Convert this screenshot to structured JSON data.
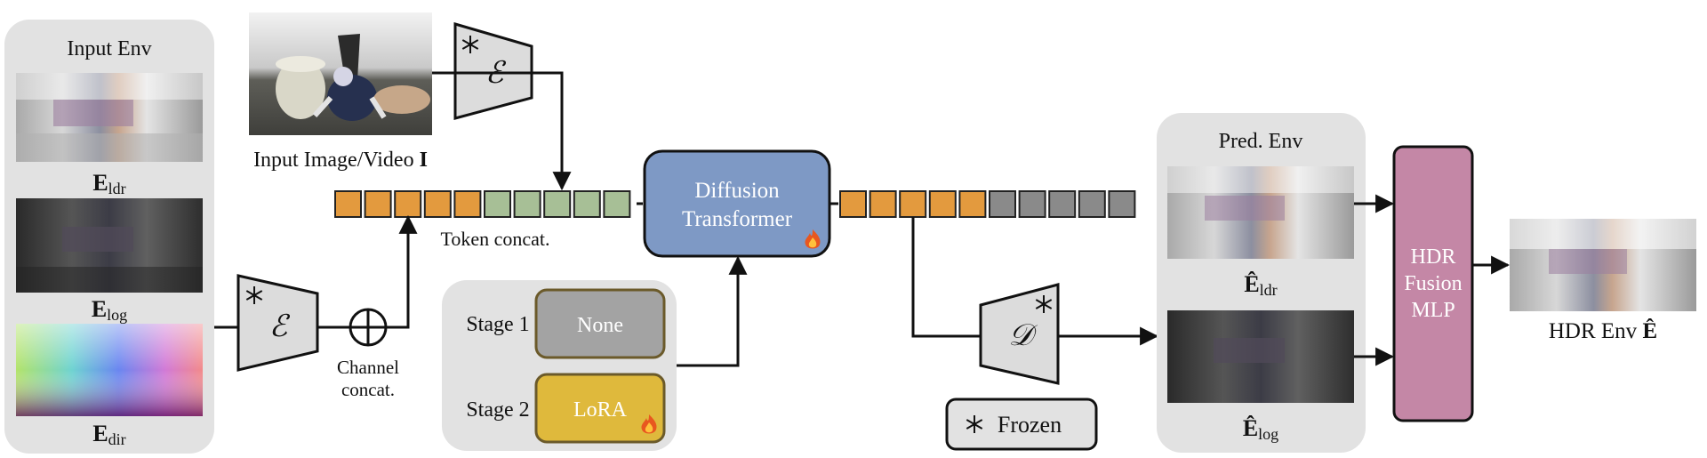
{
  "input_env": {
    "title": "Input Env",
    "ldr": {
      "base": "E",
      "sub": "ldr"
    },
    "log": {
      "base": "E",
      "sub": "log"
    },
    "dir": {
      "base": "E",
      "sub": "dir"
    }
  },
  "input_image": {
    "label": "Input Image/Video ",
    "bold": "I"
  },
  "encoder_top": {
    "glyph": "ℰ",
    "icon": "snowflake-icon"
  },
  "encoder_bottom": {
    "glyph": "ℰ",
    "icon": "snowflake-icon"
  },
  "decoder": {
    "glyph": "𝒟",
    "icon": "snowflake-icon"
  },
  "token_concat": "Token concat.",
  "channel_concat": {
    "line1": "Channel",
    "line2": "concat."
  },
  "diffusion": {
    "line1": "Diffusion",
    "line2": "Transformer",
    "icon": "fire-icon"
  },
  "stages": {
    "stage1": {
      "label": "Stage 1",
      "box": "None"
    },
    "stage2": {
      "label": "Stage 2",
      "box": "LoRA",
      "icon": "fire-icon"
    }
  },
  "frozen_legend": {
    "label": "Frozen",
    "icon": "snowflake-icon"
  },
  "pred_env": {
    "title": "Pred. Env",
    "ldr": {
      "base": "Ê",
      "sub": "ldr"
    },
    "log": {
      "base": "Ê",
      "sub": "log"
    }
  },
  "fusion": {
    "line1": "HDR",
    "line2": "Fusion",
    "line3": "MLP"
  },
  "output": {
    "label": "HDR Env ",
    "bold": "Ê"
  },
  "colors": {
    "orange_token": "#e39a3e",
    "green_token": "#a7bf96",
    "gray_token": "#8a8a8a",
    "diffusion_fill": "#7e99c5",
    "fusion_fill": "#c487a6",
    "lora_fill": "#dfb93c",
    "none_fill": "#a3a3a3",
    "panel_fill": "#e2e2e2"
  }
}
